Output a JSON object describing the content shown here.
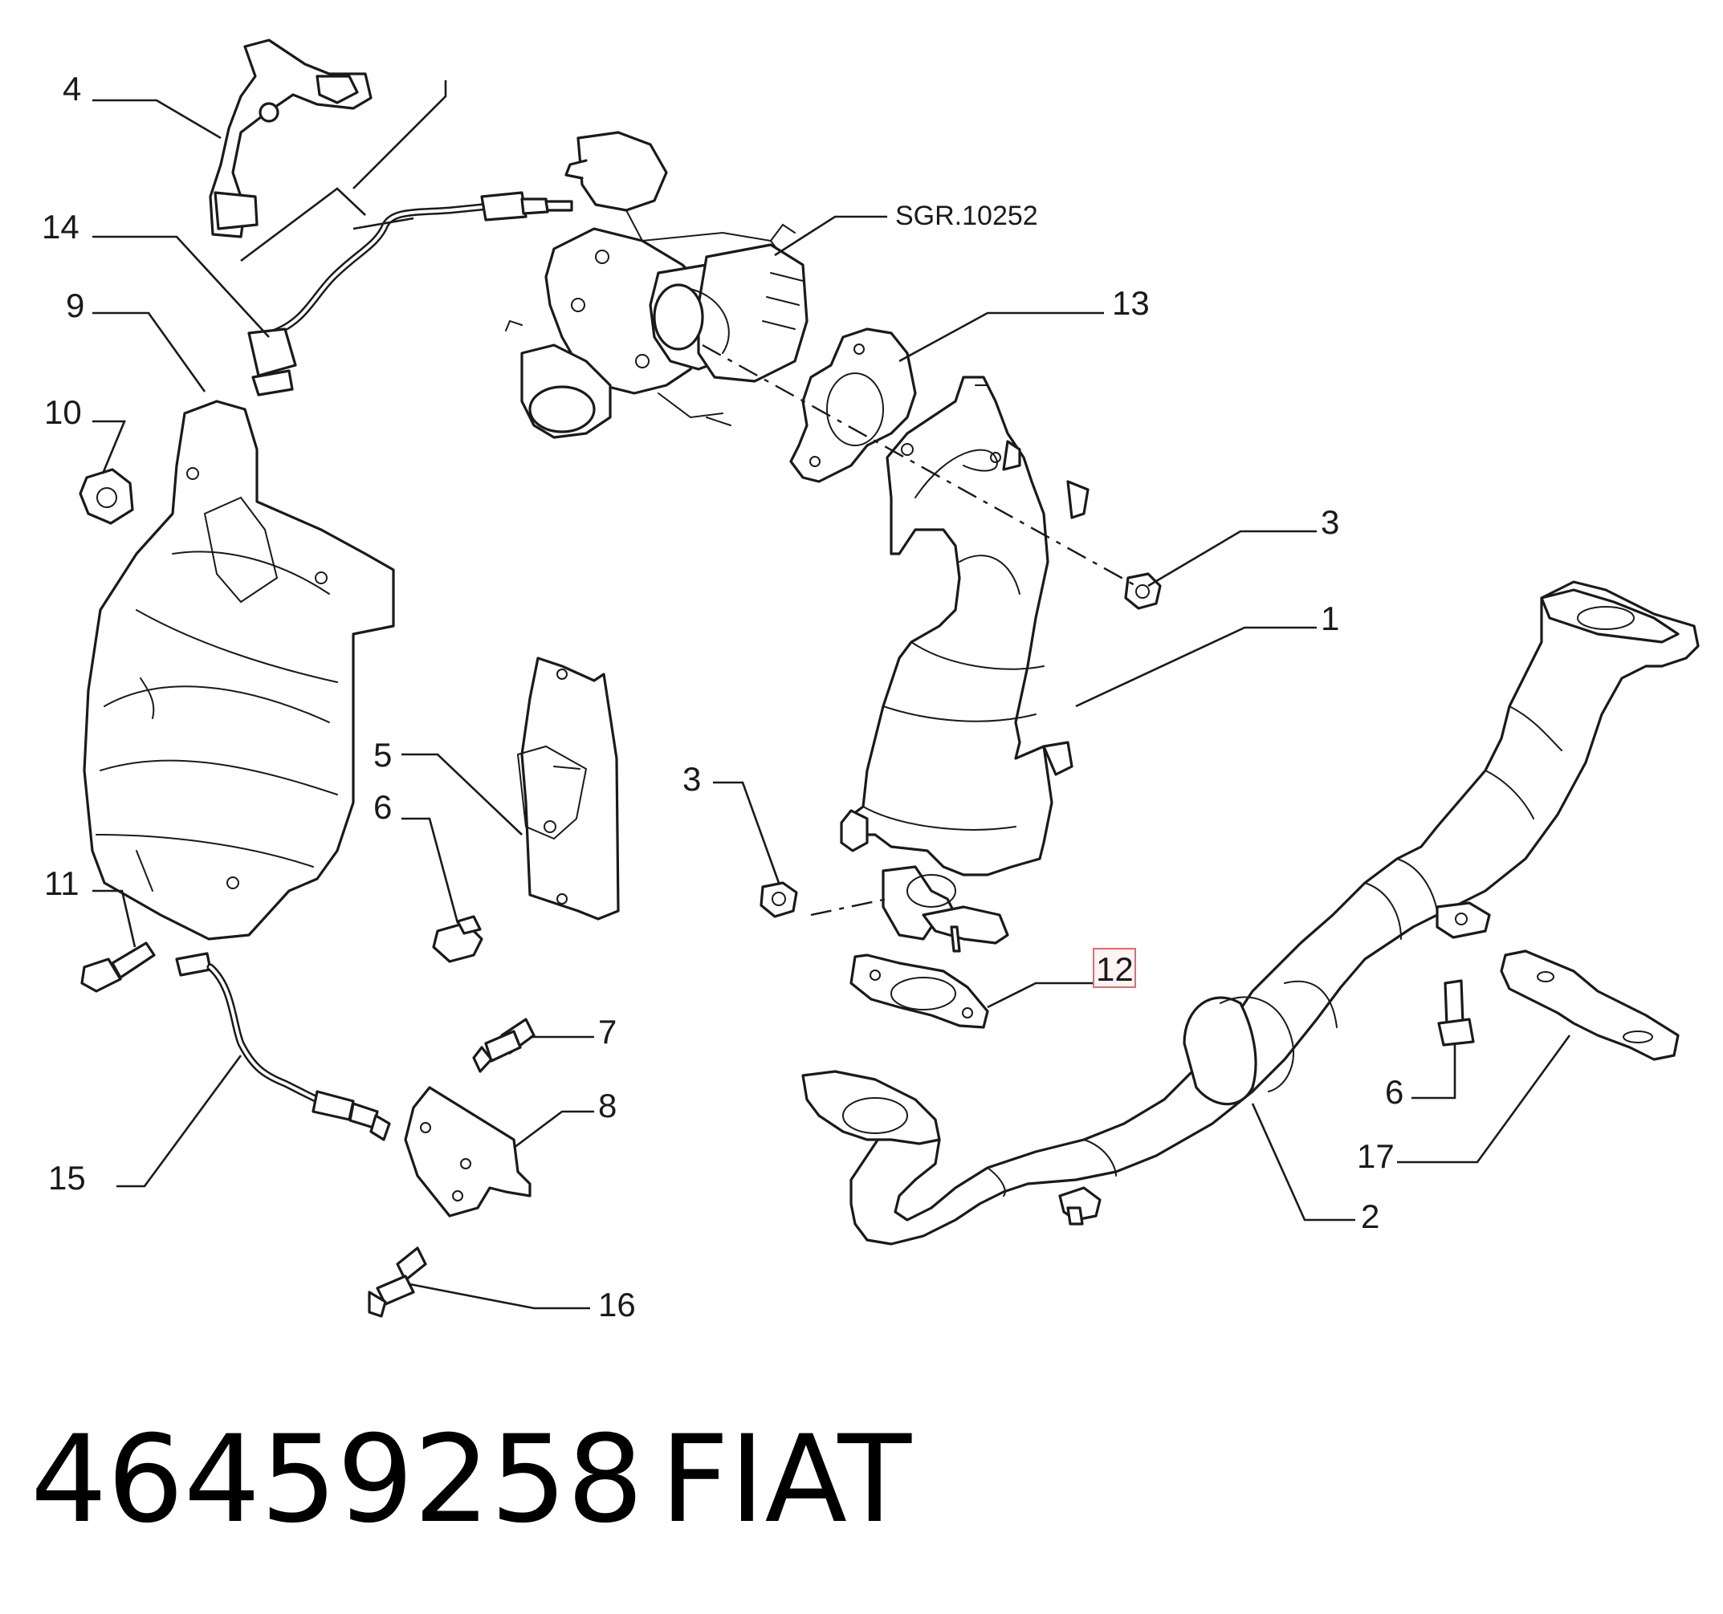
{
  "diagram": {
    "reference_label": "SGR.10252",
    "callouts": {
      "c1": "1",
      "c2": "2",
      "c3a": "3",
      "c3b": "3",
      "c4": "4",
      "c5": "5",
      "c6a": "6",
      "c6b": "6",
      "c7": "7",
      "c8": "8",
      "c9": "9",
      "c10": "10",
      "c11": "11",
      "c12": "12",
      "c13": "13",
      "c14": "14",
      "c15": "15",
      "c16": "16",
      "c17": "17"
    },
    "highlighted_callout": "12",
    "highlight_color": "#e36b6b"
  },
  "caption": {
    "part_number": "46459258",
    "brand": "FIAT"
  }
}
